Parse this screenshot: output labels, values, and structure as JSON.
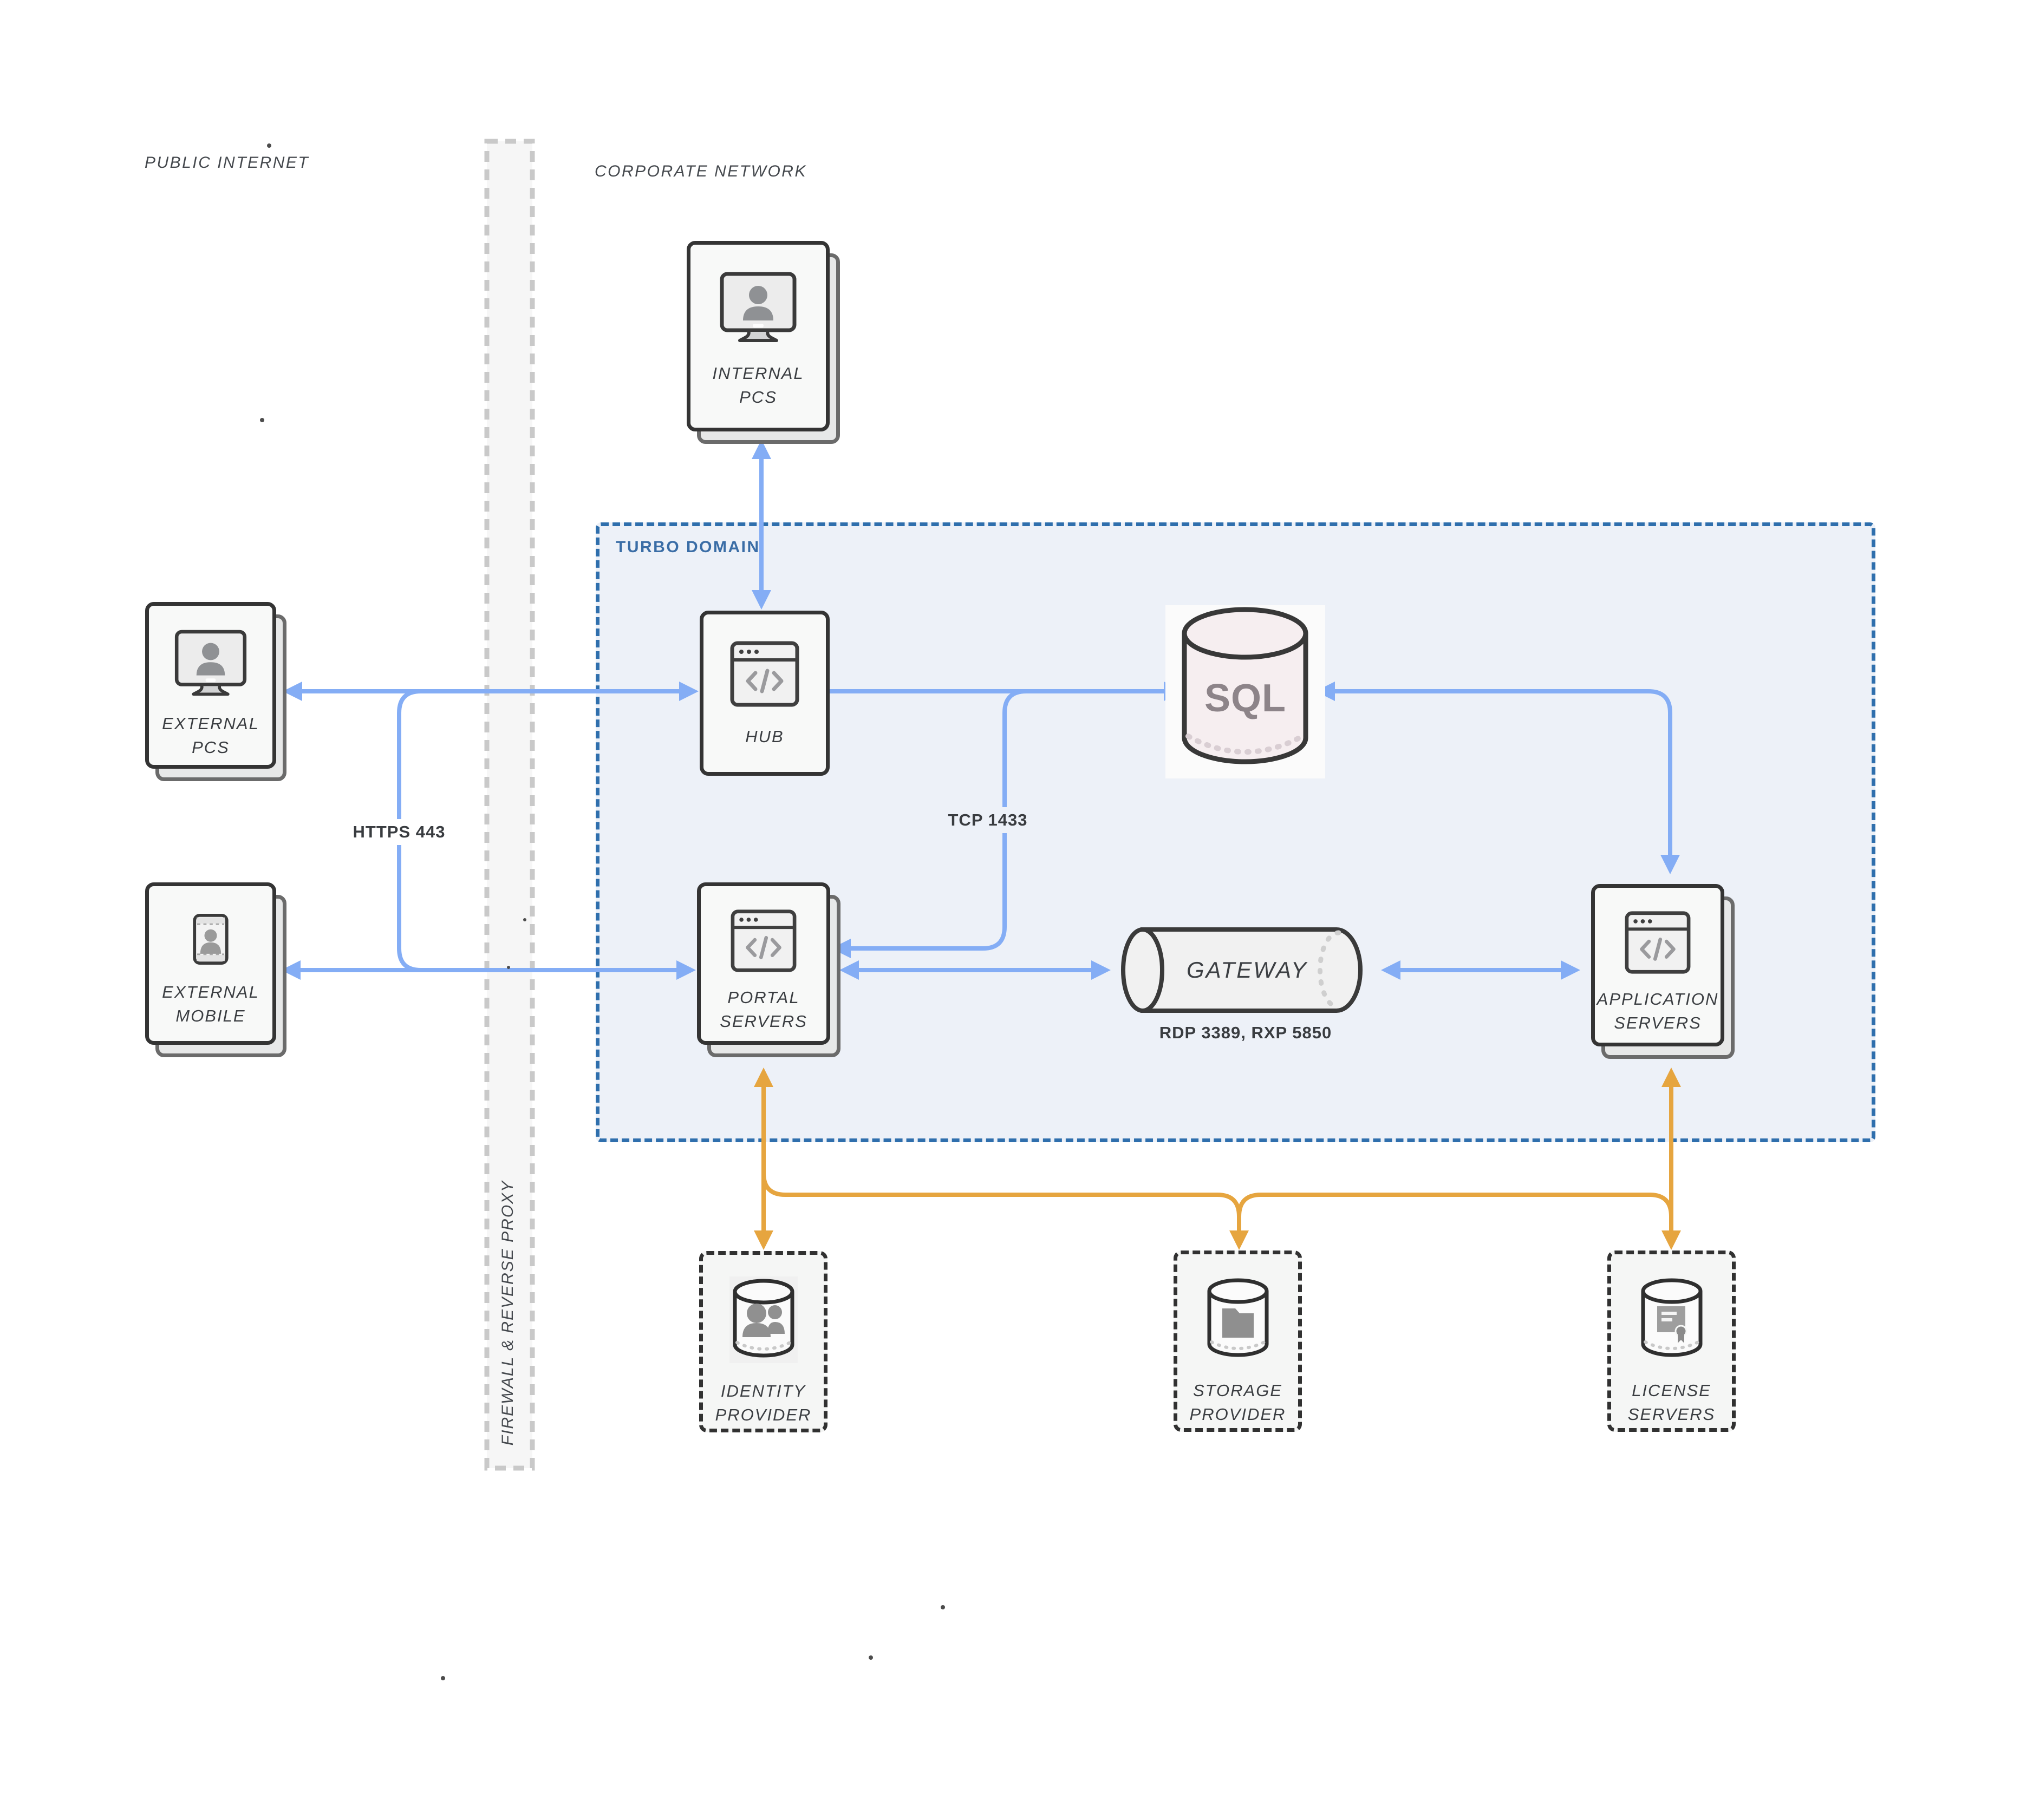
{
  "zones": {
    "public_internet": {
      "label": "PUBLIC INTERNET"
    },
    "corporate_network": {
      "label": "CORPORATE NETWORK"
    },
    "firewall": {
      "label": "FIREWALL & REVERSE PROXY"
    },
    "turbo_domain": {
      "label": "TURBO DOMAIN"
    }
  },
  "nodes": {
    "internal_pcs": {
      "lines": [
        "INTERNAL",
        "PCS"
      ]
    },
    "external_pcs": {
      "lines": [
        "EXTERNAL",
        "PCS"
      ]
    },
    "external_mobile": {
      "lines": [
        "EXTERNAL",
        "MOBILE"
      ]
    },
    "hub": {
      "lines": [
        "HUB"
      ]
    },
    "sql": {
      "label": "SQL"
    },
    "portal_servers": {
      "lines": [
        "PORTAL",
        "SERVERS"
      ]
    },
    "gateway": {
      "label": "GATEWAY"
    },
    "application_servers": {
      "lines": [
        "APPLICATION",
        "SERVERS"
      ]
    },
    "identity_provider": {
      "lines": [
        "IDENTITY",
        "PROVIDER"
      ]
    },
    "storage_provider": {
      "lines": [
        "STORAGE",
        "PROVIDER"
      ]
    },
    "license_servers": {
      "lines": [
        "LICENSE",
        "SERVERS"
      ]
    }
  },
  "connections": {
    "https": {
      "label": "HTTPS 443"
    },
    "tcp": {
      "label": "TCP 1433"
    },
    "rdp": {
      "label": "RDP 3389, RXP 5850"
    }
  },
  "colors": {
    "blue_arrow": "#84adf5",
    "orange_arrow": "#e6a53f",
    "domain_fill": "#edf1f8",
    "domain_border": "#2f6fad",
    "domain_label": "#3a6da6",
    "card_border": "#343434",
    "sql_fill": "#f6eef0"
  }
}
